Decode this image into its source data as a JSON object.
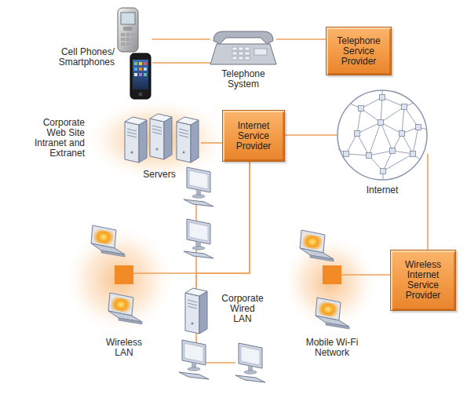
{
  "diagram": {
    "nodes": [
      {
        "text": [
          "Cell Phones/ Smartphones"
        ]
      },
      {
        "text": [
          "Telephone System"
        ]
      },
      {
        "text": [
          "Telephone Service Provider"
        ]
      },
      {
        "text": [
          "Corporate Web Site Intranet and Extranet",
          "Servers"
        ]
      },
      {
        "text": [
          "Internet Service Provider"
        ]
      },
      {
        "text": [
          "Internet"
        ]
      },
      {
        "text": [
          "Wireless LAN"
        ]
      },
      {
        "text": [
          "Corporate Wired LAN"
        ]
      },
      {
        "text": [
          "Mobile Wi-Fi Network"
        ]
      },
      {
        "text": [
          "Wireless Internet Service Provider"
        ]
      }
    ],
    "edges": [
      {
        "from": 0,
        "to": 1,
        "arrow": "none"
      },
      {
        "from": 0,
        "to": 1,
        "arrow": "none"
      },
      {
        "from": 1,
        "to": 2,
        "arrow": "none"
      },
      {
        "from": 3,
        "to": 4,
        "arrow": "none"
      },
      {
        "from": 4,
        "to": 5,
        "arrow": "none"
      },
      {
        "from": 4,
        "to": 6,
        "arrow": "none"
      },
      {
        "from": 4,
        "to": 7,
        "arrow": "none"
      },
      {
        "from": 5,
        "to": 9,
        "arrow": "none"
      },
      {
        "from": 9,
        "to": 8,
        "arrow": "none"
      }
    ]
  }
}
